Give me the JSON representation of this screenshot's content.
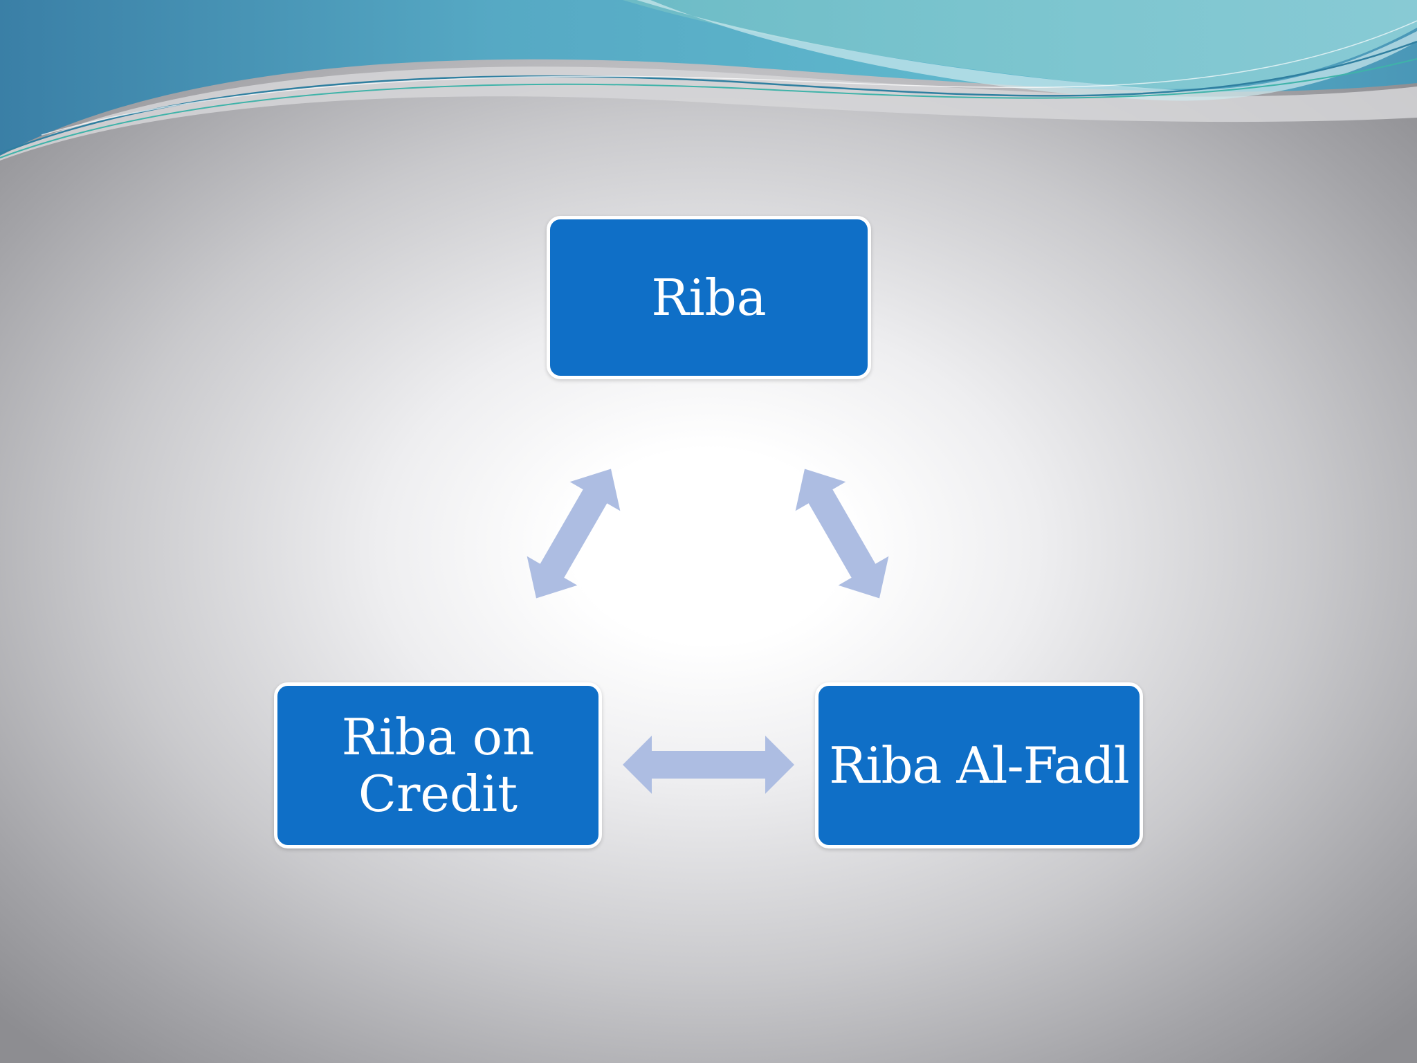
{
  "theme": {
    "node_fill": "#0f6fc7",
    "node_border": "#ffffff",
    "node_text": "#ffffff",
    "connector_color": "#adbde2",
    "wave_colors": [
      "#3b8aa8",
      "#5fb9d0",
      "#8fd2dc",
      "#d9d9da"
    ]
  },
  "diagram": {
    "type": "cycle",
    "nodes": [
      {
        "id": "riba",
        "label": "Riba"
      },
      {
        "id": "riba-on-credit",
        "label": "Riba on Credit"
      },
      {
        "id": "riba-al-fadl",
        "label": "Riba Al-Fadl"
      }
    ],
    "connectors": [
      {
        "from": "riba",
        "to": "riba-on-credit",
        "kind": "bidirectional"
      },
      {
        "from": "riba",
        "to": "riba-al-fadl",
        "kind": "bidirectional"
      },
      {
        "from": "riba-on-credit",
        "to": "riba-al-fadl",
        "kind": "bidirectional"
      }
    ]
  }
}
